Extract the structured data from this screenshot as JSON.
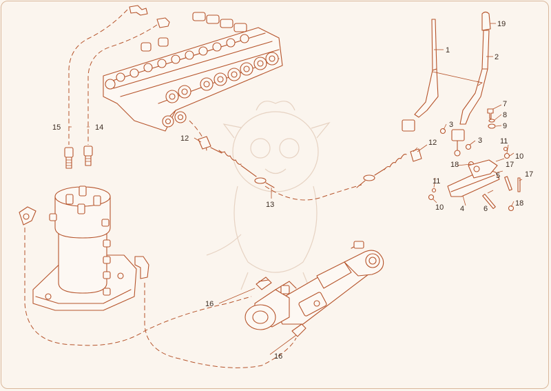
{
  "callouts": {
    "c1": "1",
    "c2": "2",
    "c3a": "3",
    "c3b": "3",
    "c4": "4",
    "c5": "5",
    "c6": "6",
    "c7": "7",
    "c8": "8",
    "c9": "9",
    "c10a": "10",
    "c10b": "10",
    "c11a": "11",
    "c11b": "11",
    "c12a": "12",
    "c12b": "12",
    "c13": "13",
    "c14": "14",
    "c15": "15",
    "c16a": "16",
    "c16b": "16",
    "c17a": "17",
    "c17b": "17",
    "c18a": "18",
    "c18b": "18",
    "c19": "19"
  },
  "colors": {
    "line": "#b5532a",
    "background": "#fbf5ee",
    "label": "#3a2a20",
    "watermark": "#e6d2c2"
  }
}
